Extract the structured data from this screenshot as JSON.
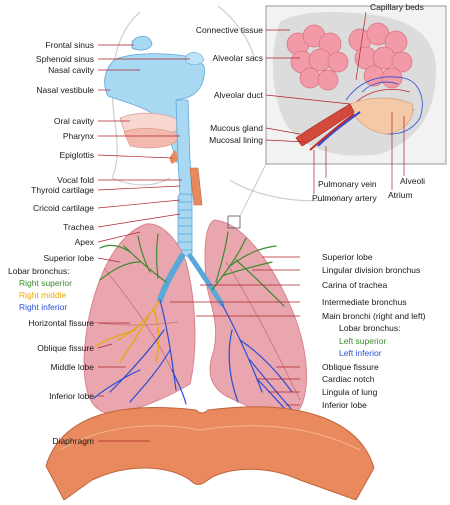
{
  "colors": {
    "lung": "#e9a6ae",
    "lung_dark": "#d9838e",
    "airway": "#a9d8f2",
    "airway_dark": "#5aa7d9",
    "trachea_ring": "#ffffff",
    "diaphragm": "#e88a5e",
    "alveoli": "#f29aa8",
    "callout_border": "#9a9a9a",
    "leader_line": "#b0222a",
    "bronchus_green": "#3c8a2e",
    "bronchus_yellow": "#e6a817",
    "bronchus_blue": "#2a4fd6"
  },
  "labels_left": {
    "frontal_sinus": "Frontal sinus",
    "sphenoid_sinus": "Sphenoid sinus",
    "nasal_cavity": "Nasal cavity",
    "nasal_vestibule": "Nasal vestibule",
    "oral_cavity": "Oral cavity",
    "pharynx": "Pharynx",
    "epiglottis": "Epiglottis",
    "vocal_fold": "Vocal fold",
    "thyroid_cartilage": "Thyroid cartilage",
    "cricoid_cartilage": "Cricoid cartilage",
    "trachea": "Trachea",
    "apex": "Apex",
    "superior_lobe": "Superior lobe",
    "lobar_bronchus": "Lobar bronchus:",
    "right_superior": "Right superior",
    "right_middle": "Right middle",
    "right_inferior": "Right inferior",
    "horizontal_fissure": "Horizontal fissure",
    "oblique_fissure": "Oblique fissure",
    "middle_lobe": "Middle lobe",
    "inferior_lobe": "Inferior lobe",
    "diaphragm": "Diaphragm"
  },
  "labels_right": {
    "superior_lobe": "Superior lobe",
    "lingular_division_bronchus": "Lingular division bronchus",
    "carina_of_trachea": "Carina of trachea",
    "intermediate_bronchus": "Intermediate bronchus",
    "main_bronchi": "Main bronchi (right and left)",
    "lobar_bronchus": "Lobar bronchus:",
    "left_superior": "Left superior",
    "left_inferior": "Left inferior",
    "oblique_fissure": "Oblique fissure",
    "cardiac_notch": "Cardiac notch",
    "lingula_of_lung": "Lingula of lung",
    "inferior_lobe": "Inferior lobe"
  },
  "labels_inset": {
    "connective_tissue": "Connective tissue",
    "capillary_beds": "Capillary beds",
    "alveolar_sacs": "Alveolar sacs",
    "alveolar_duct": "Alveolar duct",
    "mucous_gland": "Mucous gland",
    "mucosal_lining": "Mucosal lining",
    "alveoli": "Alveoli",
    "atrium": "Atrium",
    "pulmonary_vein": "Pulmonary vein",
    "pulmonary_artery": "Pulmonary artery"
  }
}
